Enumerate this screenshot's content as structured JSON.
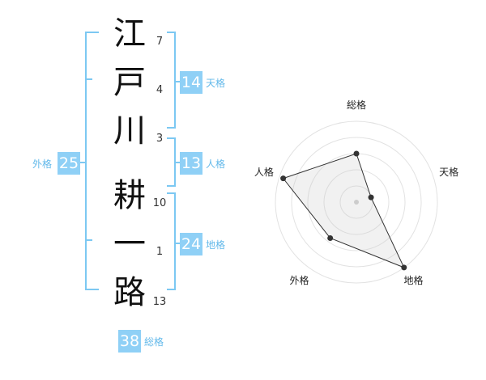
{
  "name": {
    "characters": [
      {
        "char": "江",
        "strokes": "7"
      },
      {
        "char": "戸",
        "strokes": "4"
      },
      {
        "char": "川",
        "strokes": "3"
      },
      {
        "char": "耕",
        "strokes": "10"
      },
      {
        "char": "一",
        "strokes": "1"
      },
      {
        "char": "路",
        "strokes": "13"
      }
    ]
  },
  "fortune": {
    "tenkaku": {
      "value": "14",
      "label": "天格"
    },
    "jinkaku": {
      "value": "13",
      "label": "人格"
    },
    "chikaku": {
      "value": "24",
      "label": "地格"
    },
    "gaikaku": {
      "value": "25",
      "label": "外格"
    },
    "soukaku": {
      "value": "38",
      "label": "総格"
    }
  },
  "colors": {
    "accent": "#8fd0f6",
    "accent_text": "#63b9ea",
    "bracket": "#7cc8f2"
  },
  "chart_data": {
    "type": "radar",
    "axes": [
      "総格",
      "天格",
      "地格",
      "外格",
      "人格"
    ],
    "values": [
      0.6,
      0.19,
      1.0,
      0.55,
      0.95
    ],
    "rings": 5
  }
}
